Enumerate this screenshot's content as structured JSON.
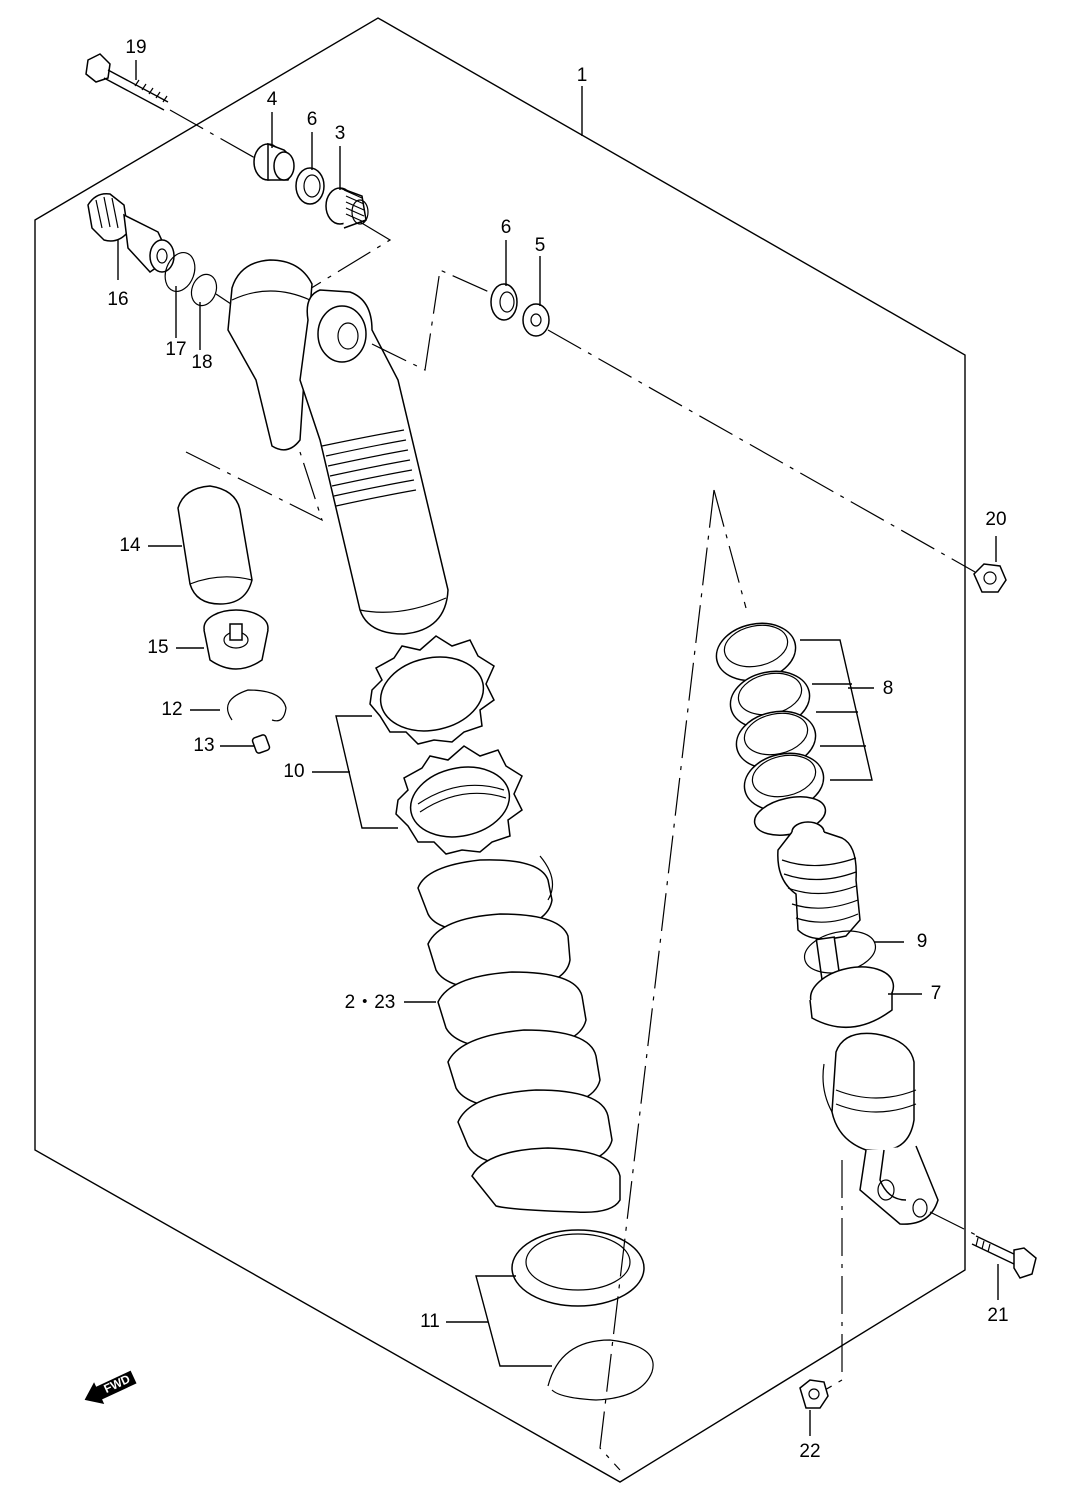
{
  "diagram": {
    "fwd_label": "FWD",
    "callouts": [
      {
        "id": "1",
        "label": "1"
      },
      {
        "id": "2",
        "label": "2・23"
      },
      {
        "id": "3",
        "label": "3"
      },
      {
        "id": "4",
        "label": "4"
      },
      {
        "id": "5",
        "label": "5"
      },
      {
        "id": "6a",
        "label": "6"
      },
      {
        "id": "6b",
        "label": "6"
      },
      {
        "id": "7",
        "label": "7"
      },
      {
        "id": "8",
        "label": "8"
      },
      {
        "id": "9",
        "label": "9"
      },
      {
        "id": "10",
        "label": "10"
      },
      {
        "id": "11",
        "label": "11"
      },
      {
        "id": "12",
        "label": "12"
      },
      {
        "id": "13",
        "label": "13"
      },
      {
        "id": "14",
        "label": "14"
      },
      {
        "id": "15",
        "label": "15"
      },
      {
        "id": "16",
        "label": "16"
      },
      {
        "id": "17",
        "label": "17"
      },
      {
        "id": "18",
        "label": "18"
      },
      {
        "id": "19",
        "label": "19"
      },
      {
        "id": "20",
        "label": "20"
      },
      {
        "id": "21",
        "label": "21"
      },
      {
        "id": "22",
        "label": "22"
      }
    ]
  }
}
